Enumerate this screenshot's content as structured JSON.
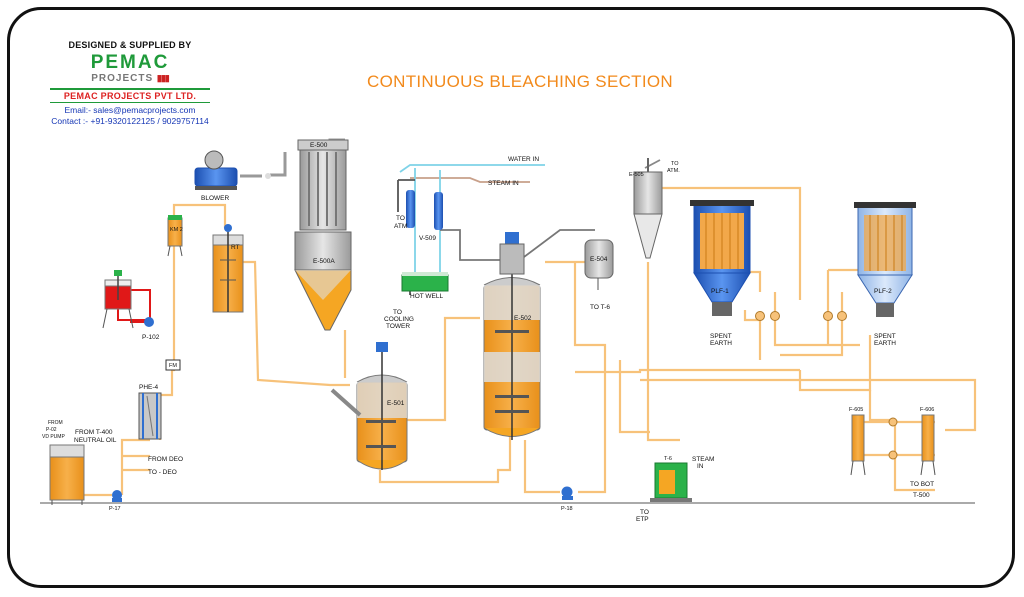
{
  "header": {
    "designed_by": "DESIGNED & SUPPLIED BY",
    "logo_main": "PEMAC",
    "logo_sub": "PROJECTS",
    "company": "PEMAC PROJECTS PVT LTD.",
    "email": "Email:- sales@pemacprojects.com",
    "contact": "Contact :- +91-9320122125 / 9029757114"
  },
  "title": "CONTINUOUS BLEACHING SECTION",
  "colors": {
    "oil": "#f5a623",
    "pipe": "#f7c27a",
    "water": "#7fd3e8",
    "steam": "#c8a08a",
    "vessel_blue": "#2f6fd0",
    "filter_blue": "#bcd6f2",
    "green": "#2bb24a",
    "red": "#e01818",
    "title": "#f28a1c"
  },
  "labels": {
    "blower": "BLOWER",
    "e500": "E-500",
    "e500a": "E-500A",
    "km2": "KM 2",
    "rt": "RT",
    "p102": "P-102",
    "fm": "FM",
    "phe4": "PHE-4",
    "from_small": "FROM",
    "from_p": "P-02",
    "from_vd": "VD PUMP",
    "from_t400": "FROM T-400",
    "neutral_oil": "NEUTRAL OIL",
    "from_deo": "FROM DEO",
    "to_deo": "TO - DEO",
    "p17": "P-17",
    "water_in": "WATER IN",
    "steam_in": "STEAM IN",
    "to_atm_1": "TO",
    "to_atm_2": "ATM",
    "v509": "V-509",
    "hot_well": "HOT WELL",
    "cooling_1": "TO",
    "cooling_2": "COOLING",
    "cooling_3": "TOWER",
    "e501": "E-501",
    "e502": "E-502",
    "e504": "E-504",
    "to_t6": "TO T-6",
    "p18": "P-18",
    "e505": "E-505",
    "to_atm2_1": "TO",
    "to_atm2_2": "ATM.",
    "plf1": "PLF-1",
    "plf2": "PLF-2",
    "spent1_1": "SPENT",
    "spent1_2": "EARTH",
    "spent2_1": "SPENT",
    "spent2_2": "EARTH",
    "t6": "T-6",
    "steam_in2_1": "STEAM",
    "steam_in2_2": "IN",
    "to_etp_1": "TO",
    "to_etp_2": "ETP",
    "f605": "F-605",
    "f606": "F-606",
    "to_bot": "TO BOT",
    "t500": "T-500"
  }
}
